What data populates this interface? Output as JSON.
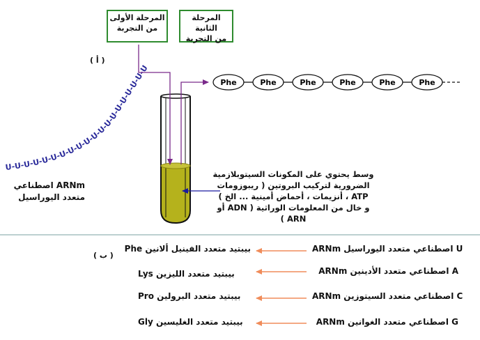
{
  "stage_one": {
    "line1": "المرحلة الأولى",
    "line2": "من التجربة"
  },
  "stage_two": {
    "line1": "المرحلة الثانية",
    "line2": "من التجربة"
  },
  "part_a_label": "( أ )",
  "part_b_label": "( ب )",
  "poly_u_strand": "U-U-U-U-U-U-U-U-U-U-U-U-U-U-U-U-U-U-U-U",
  "arn_label": {
    "line1": "ARNm اصطناعي",
    "line2": "متعدد اليوراسيل"
  },
  "phe_chain": [
    "Phe",
    "Phe",
    "Phe",
    "Phe",
    "Phe",
    "Phe"
  ],
  "medium_description": {
    "line1": "وسط يحتوي على المكونات السيتوبلازمية",
    "line2": "الضرورية لتركيب البروتين ( ريبوزومات",
    "line3": "ATP ، أنزيمات ، أحماض أمينية ... الخ )",
    "line4": "و خال من المعلومات الوراثية ( ADN أو ARN )"
  },
  "results": [
    {
      "arn": "ARNm اصطناعي متعدد اليوراسيل U",
      "peptide": "بيبتيد متعدد الفينيل ألانين Phe"
    },
    {
      "arn": "ARNm اصطناعي متعدد الأدينين A",
      "peptide": "بيبتيد متعدد الليزين Lys"
    },
    {
      "arn": "ARNm اصطناعي متعدد السيتوزين C",
      "peptide": "بيبتيد متعدد البرولين Pro"
    },
    {
      "arn": "ARNm اصطناعي متعدد الغوانين G",
      "peptide": "بيبتيد متعدد الغليسين Gly"
    }
  ],
  "colors": {
    "stage_border": "#2e8b2e",
    "arrow_purple": "#7a2a8a",
    "arrow_orange": "#f08c5a",
    "arrow_blue": "#1a1aa0",
    "strand_blue": "#2a2a9a",
    "liquid": "#b5b21c",
    "divider": "#7aa0a0"
  }
}
